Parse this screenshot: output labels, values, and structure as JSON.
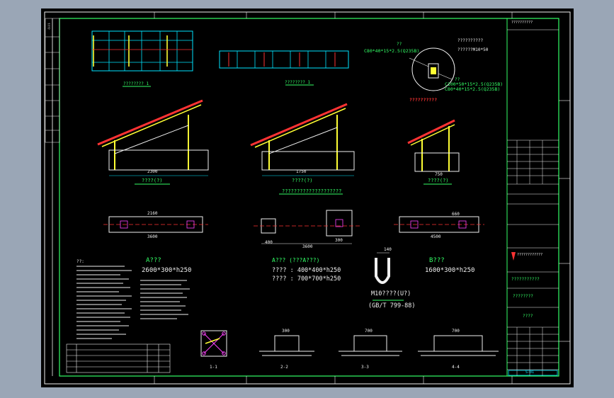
{
  "colors": {
    "background": "#000000",
    "frame": "#33ff66",
    "cyan": "#00e5ff",
    "yellow": "#ffff33",
    "red": "#ff3333",
    "magenta": "#ff44ff",
    "white": "#f0f0f0"
  },
  "plans": {
    "plan1_title": "???????? 1",
    "plan2_title": "???????? 1"
  },
  "detail": {
    "label_top": "??",
    "spec_top": "C80*40*15*2.5(Q235B)",
    "spec_right": "??????????",
    "spec_bolt": "??????M10*50",
    "label_mid": "??",
    "spec_mid1": "C100*50*15*2.5(Q235B)",
    "spec_mid2": "C80*40*15*2.5(Q235B)",
    "note_red": "??????????"
  },
  "sections": {
    "dim_a": "2300",
    "dim_b": "1750",
    "dim_c": "750",
    "title_a": "????(?)",
    "title_b": "????(?)",
    "title_c": "????(?)",
    "caption": "????????????????????"
  },
  "foundations": {
    "dim_1": "2160",
    "dim_2": "3600",
    "dim_3": "400",
    "dim_4": "3600",
    "dim_5": "300",
    "dim_6": "4500",
    "dim_7": "660"
  },
  "notes": {
    "heading": "??:",
    "a_label": "A???",
    "a_spec": "2600*300*h250",
    "a2_label": "A??? (???A???)",
    "a2_spec1": "???? : 400*400*h250",
    "a2_spec2": "???? : 700*700*h250",
    "u_label": "M10????(U?)",
    "u_std": "(GB/T 799-88)",
    "b_label": "B???",
    "b_spec": "1600*300*h250",
    "u_dim": "140"
  },
  "bottom": {
    "lbl_1": "1-1",
    "lbl_2": "2-2",
    "lbl_3": "3-3",
    "lbl_4": "4-4",
    "dim_2": "300",
    "dim_3": "700",
    "dim_4": "700"
  },
  "title_block": {
    "project": "??????????",
    "drawing_name": "???????????",
    "drawing_sub": "????????",
    "drawing_no": "????",
    "company": "????????????",
    "sheet_code": "S-01"
  },
  "margin_block": {
    "label": "????"
  }
}
